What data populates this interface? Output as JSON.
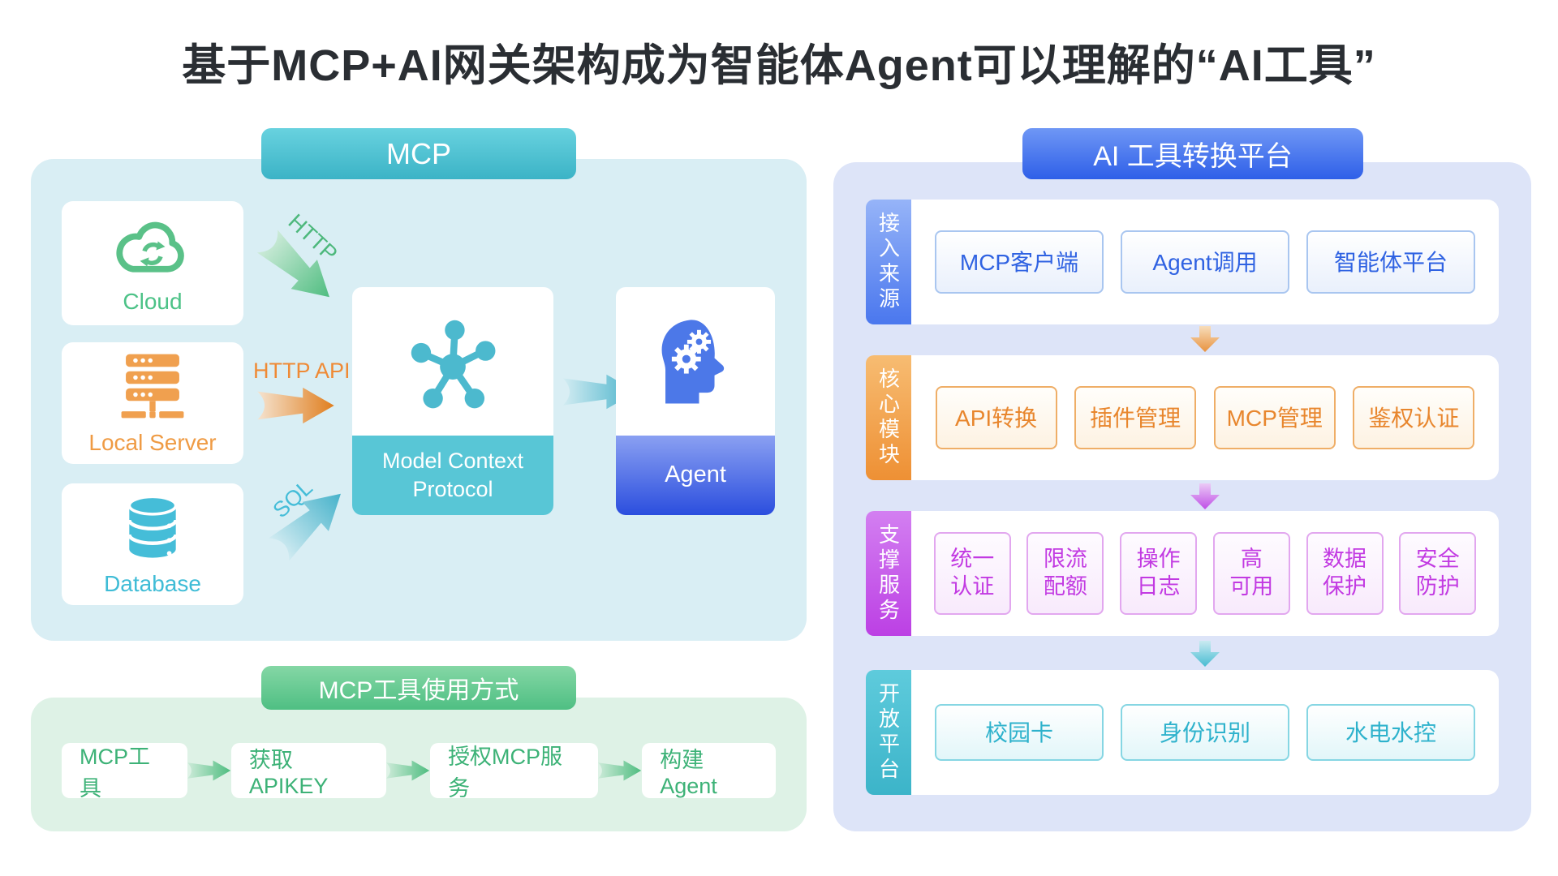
{
  "title": "基于MCP+AI网关架构成为智能体Agent可以理解的“AI工具”",
  "mcp": {
    "header": "MCP",
    "cloud_label": "Cloud",
    "local_server_label": "Local Server",
    "database_label": "Database",
    "http_label": "HTTP",
    "http_api_label": "HTTP API",
    "sql_label": "SQL",
    "protocol_label": "Model Context Protocol",
    "agent_label": "Agent"
  },
  "usage": {
    "header": "MCP工具使用方式",
    "steps": [
      "MCP工具",
      "获取APIKEY",
      "授权MCP服务",
      "构建Agent"
    ]
  },
  "platform": {
    "header": "AI 工具转换平台",
    "rows": [
      {
        "tab": "接入来源",
        "theme": "blue",
        "items": [
          "MCP客户端",
          "Agent调用",
          "智能体平台"
        ]
      },
      {
        "tab": "核心模块",
        "theme": "orange",
        "items": [
          "API转换",
          "插件管理",
          "MCP管理",
          "鉴权认证"
        ]
      },
      {
        "tab": "支撑服务",
        "theme": "purple",
        "items": [
          "统一\n认证",
          "限流\n配额",
          "操作\n日志",
          "高\n可用",
          "数据\n保护",
          "安全\n防护"
        ]
      },
      {
        "tab": "开放平台",
        "theme": "teal",
        "items": [
          "校园卡",
          "身份识别",
          "水电水控"
        ]
      }
    ]
  },
  "colors": {
    "teal": "#43b9cc",
    "green": "#4cbf85",
    "orange": "#ef9540",
    "blue": "#2f62e2",
    "purple": "#c23ae2",
    "panel_cyan": "#d9eef4",
    "panel_green": "#def2e6",
    "panel_blue": "#dde4f8"
  }
}
